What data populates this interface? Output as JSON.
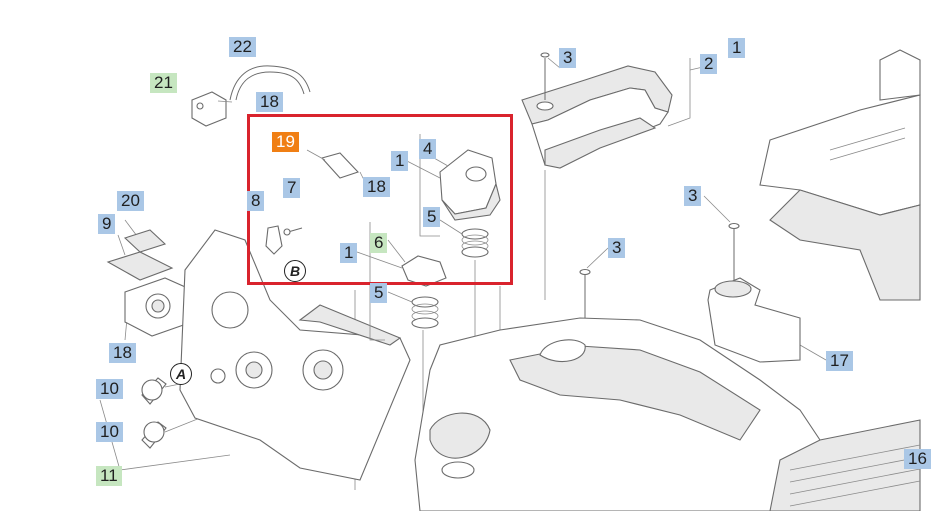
{
  "colors": {
    "highlight": "#d9232d",
    "callout_blue": "#aac7e6",
    "callout_green": "#c6e6c0",
    "callout_orange": "#f07f14"
  },
  "callouts": [
    {
      "id": "c22",
      "text": "22",
      "style": "blue"
    },
    {
      "id": "c21",
      "text": "21",
      "style": "green"
    },
    {
      "id": "c18a",
      "text": "18",
      "style": "blue"
    },
    {
      "id": "c3a",
      "text": "3",
      "style": "blue"
    },
    {
      "id": "c2",
      "text": "2",
      "style": "blue"
    },
    {
      "id": "c1a",
      "text": "1",
      "style": "blue"
    },
    {
      "id": "c19",
      "text": "19",
      "style": "orange"
    },
    {
      "id": "c1b",
      "text": "1",
      "style": "blue"
    },
    {
      "id": "c4",
      "text": "4",
      "style": "blue"
    },
    {
      "id": "c18b",
      "text": "18",
      "style": "blue"
    },
    {
      "id": "c7",
      "text": "7",
      "style": "blue"
    },
    {
      "id": "c8",
      "text": "8",
      "style": "blue"
    },
    {
      "id": "c5a",
      "text": "5",
      "style": "blue"
    },
    {
      "id": "c1c",
      "text": "1",
      "style": "blue"
    },
    {
      "id": "c6",
      "text": "6",
      "style": "green"
    },
    {
      "id": "c5b",
      "text": "5",
      "style": "blue"
    },
    {
      "id": "c20",
      "text": "20",
      "style": "blue"
    },
    {
      "id": "c9",
      "text": "9",
      "style": "blue"
    },
    {
      "id": "c3b",
      "text": "3",
      "style": "blue"
    },
    {
      "id": "c3c",
      "text": "3",
      "style": "blue"
    },
    {
      "id": "c18c",
      "text": "18",
      "style": "blue"
    },
    {
      "id": "c17",
      "text": "17",
      "style": "blue"
    },
    {
      "id": "c10a",
      "text": "10",
      "style": "blue"
    },
    {
      "id": "c10b",
      "text": "10",
      "style": "blue"
    },
    {
      "id": "c11",
      "text": "11",
      "style": "green"
    },
    {
      "id": "c16",
      "text": "16",
      "style": "blue"
    }
  ],
  "marks": {
    "a": "A",
    "b": "B"
  }
}
